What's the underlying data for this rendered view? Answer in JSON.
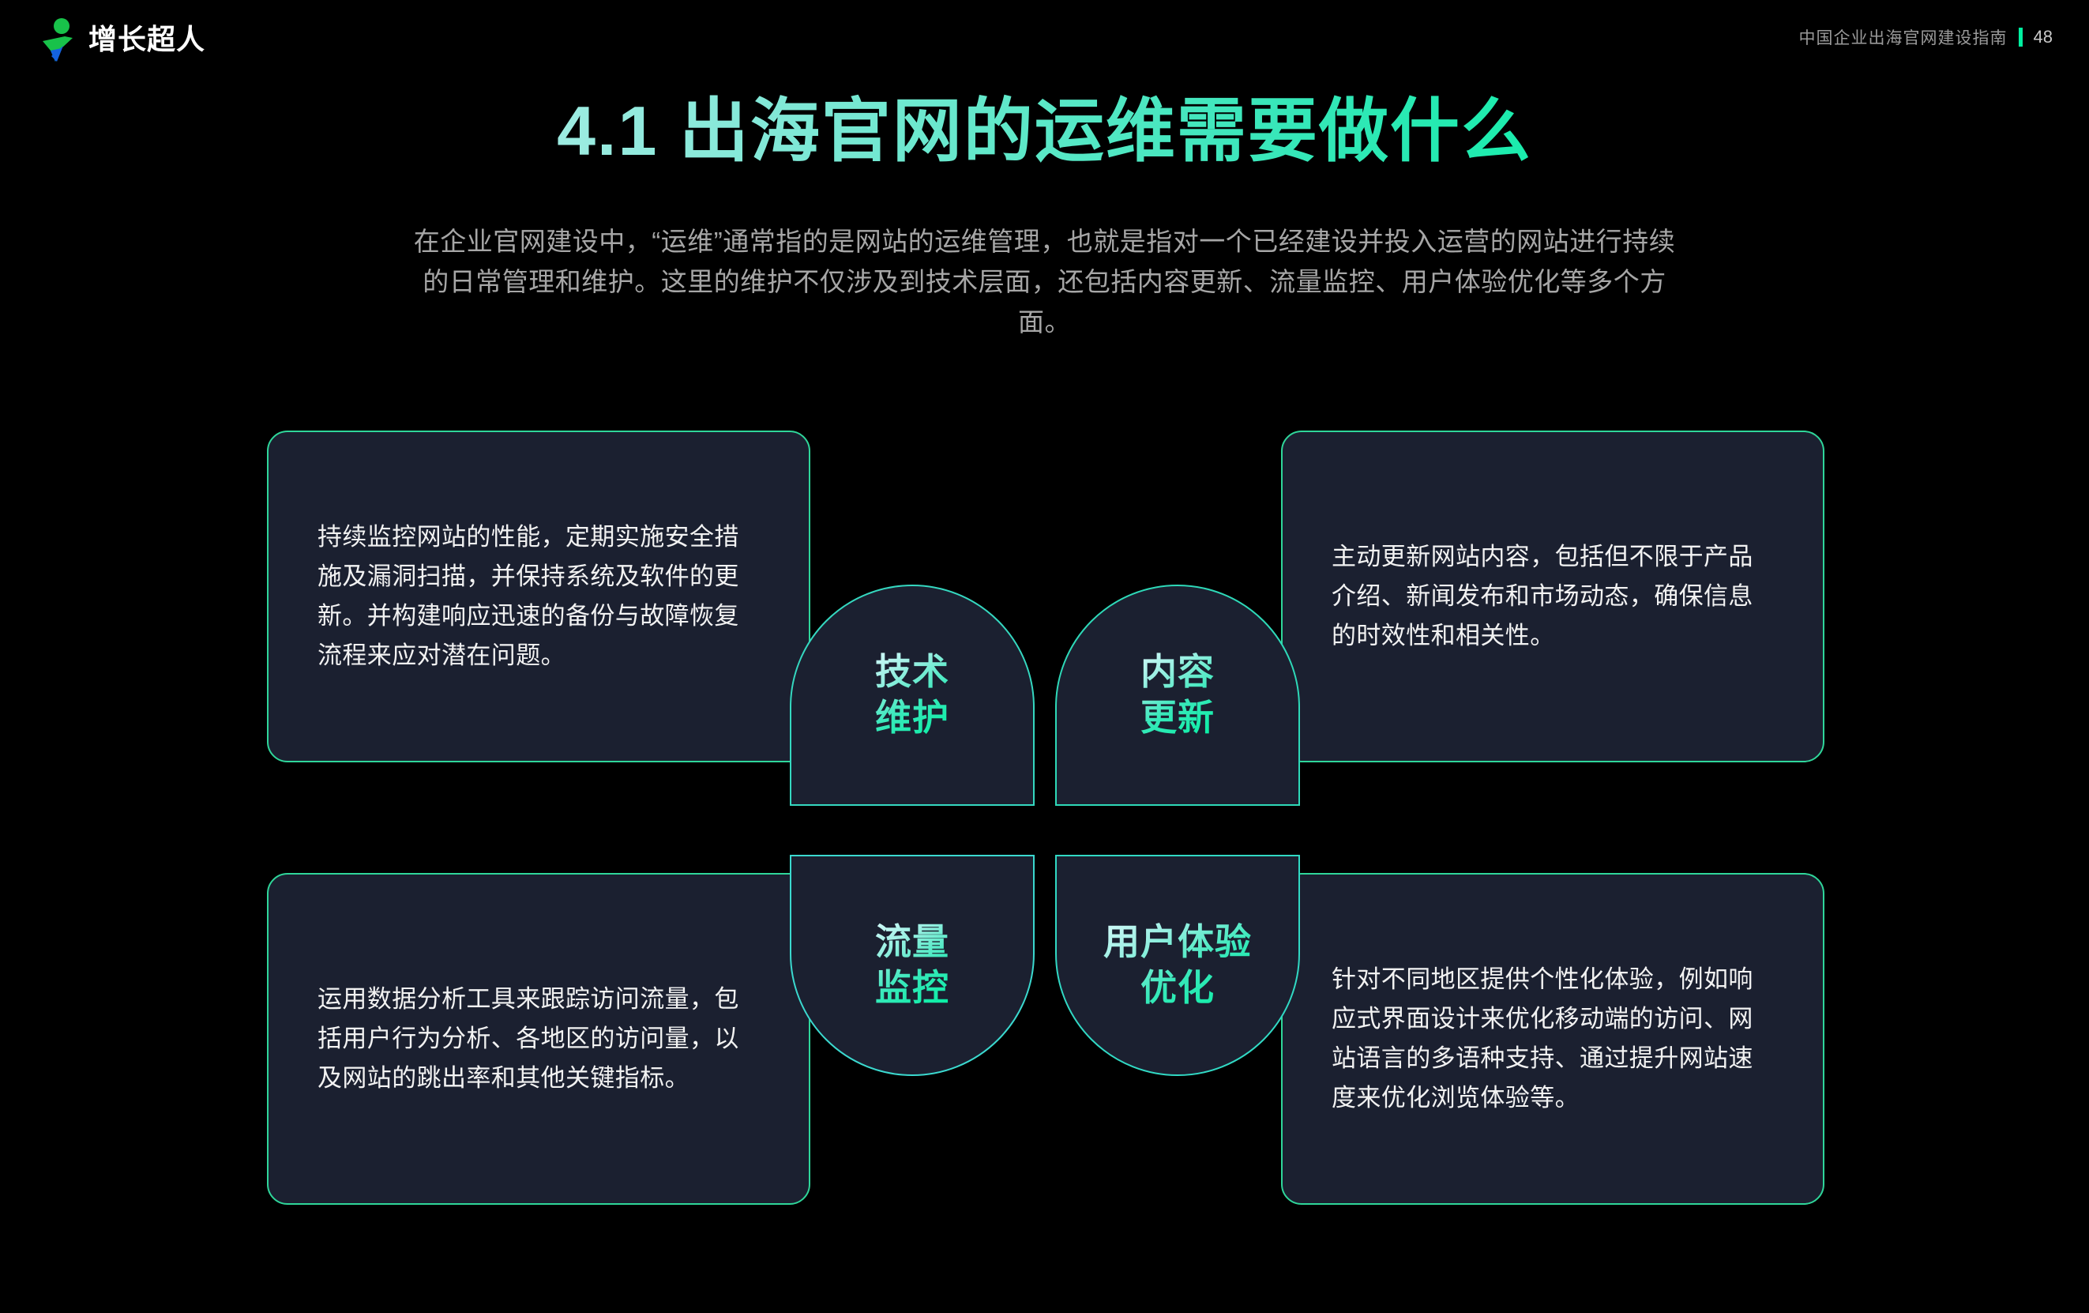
{
  "brand": {
    "name": "增长超人",
    "logo_icon": "growth-person-logo-icon",
    "logo_green": "#18c24a",
    "logo_blue": "#1463e0"
  },
  "header": {
    "doc_title": "中国企业出海官网建设指南",
    "page_number": "48",
    "accent_color": "#00f0a0"
  },
  "title": "4.1 出海官网的运维需要做什么",
  "subtitle": "在企业官网建设中，“运维”通常指的是网站的运维管理，也就是指对一个已经建设并投入运营的网站进行持续的日常管理和维护。这里的维护不仅涉及到技术层面，还包括内容更新、流量监控、用户体验优化等多个方面。",
  "diagram": {
    "accent_color": "#2fd69a",
    "card_bg": "#1b2030",
    "quadrants": [
      {
        "id": "tech-maintenance",
        "label": "技术\n维护",
        "description": "持续监控网站的性能，定期实施安全措施及漏洞扫描，并保持系统及软件的更新。并构建响应迅速的备份与故障恢复流程来应对潜在问题。"
      },
      {
        "id": "content-update",
        "label": "内容\n更新",
        "description": "主动更新网站内容，包括但不限于产品介绍、新闻发布和市场动态，确保信息的时效性和相关性。"
      },
      {
        "id": "traffic-monitoring",
        "label": "流量\n监控",
        "description": "运用数据分析工具来跟踪访问流量，包括用户行为分析、各地区的访问量，以及网站的跳出率和其他关键指标。"
      },
      {
        "id": "ux-optimization",
        "label": "用户体验\n优化",
        "description": "针对不同地区提供个性化体验，例如响应式界面设计来优化移动端的访问、网站语言的多语种支持、通过提升网站速度来优化浏览体验等。"
      }
    ]
  }
}
